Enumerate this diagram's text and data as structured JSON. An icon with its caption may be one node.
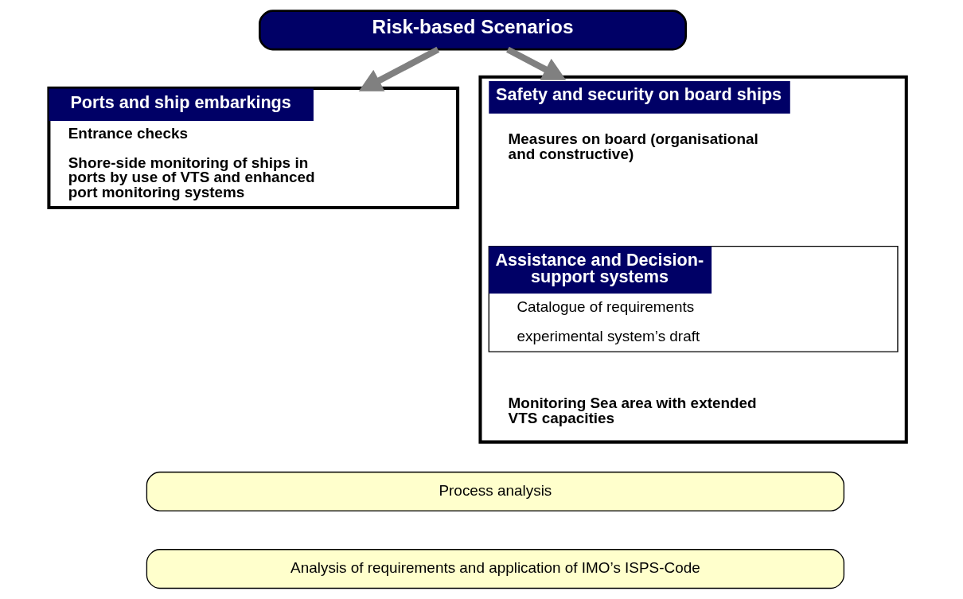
{
  "diagram": {
    "nodes": [
      {
        "text": [
          "Risk-based Scenarios"
        ]
      },
      {
        "text": [
          "Ports and ship embarkings",
          "Entrance checks",
          "Shore-side monitoring of ships in ports by use of VTS and enhanced port monitoring systems"
        ]
      },
      {
        "text": [
          "Safety and security on board ships",
          "Measures on board (organisational and constructive)",
          "Monitoring Sea area with extended VTS capacities"
        ]
      },
      {
        "text": [
          "Assistance and Decision-support systems",
          "Catalogue of requirements",
          "experimental system’s draft"
        ],
        "in": 2
      },
      {
        "text": [
          "Process analysis"
        ]
      },
      {
        "text": [
          "Analysis of requirements and application of IMO’s ISPS-Code"
        ]
      }
    ],
    "edges": [
      {
        "from": 0,
        "to": 1,
        "arrow": "to"
      },
      {
        "from": 0,
        "to": 2,
        "arrow": "to"
      }
    ]
  }
}
